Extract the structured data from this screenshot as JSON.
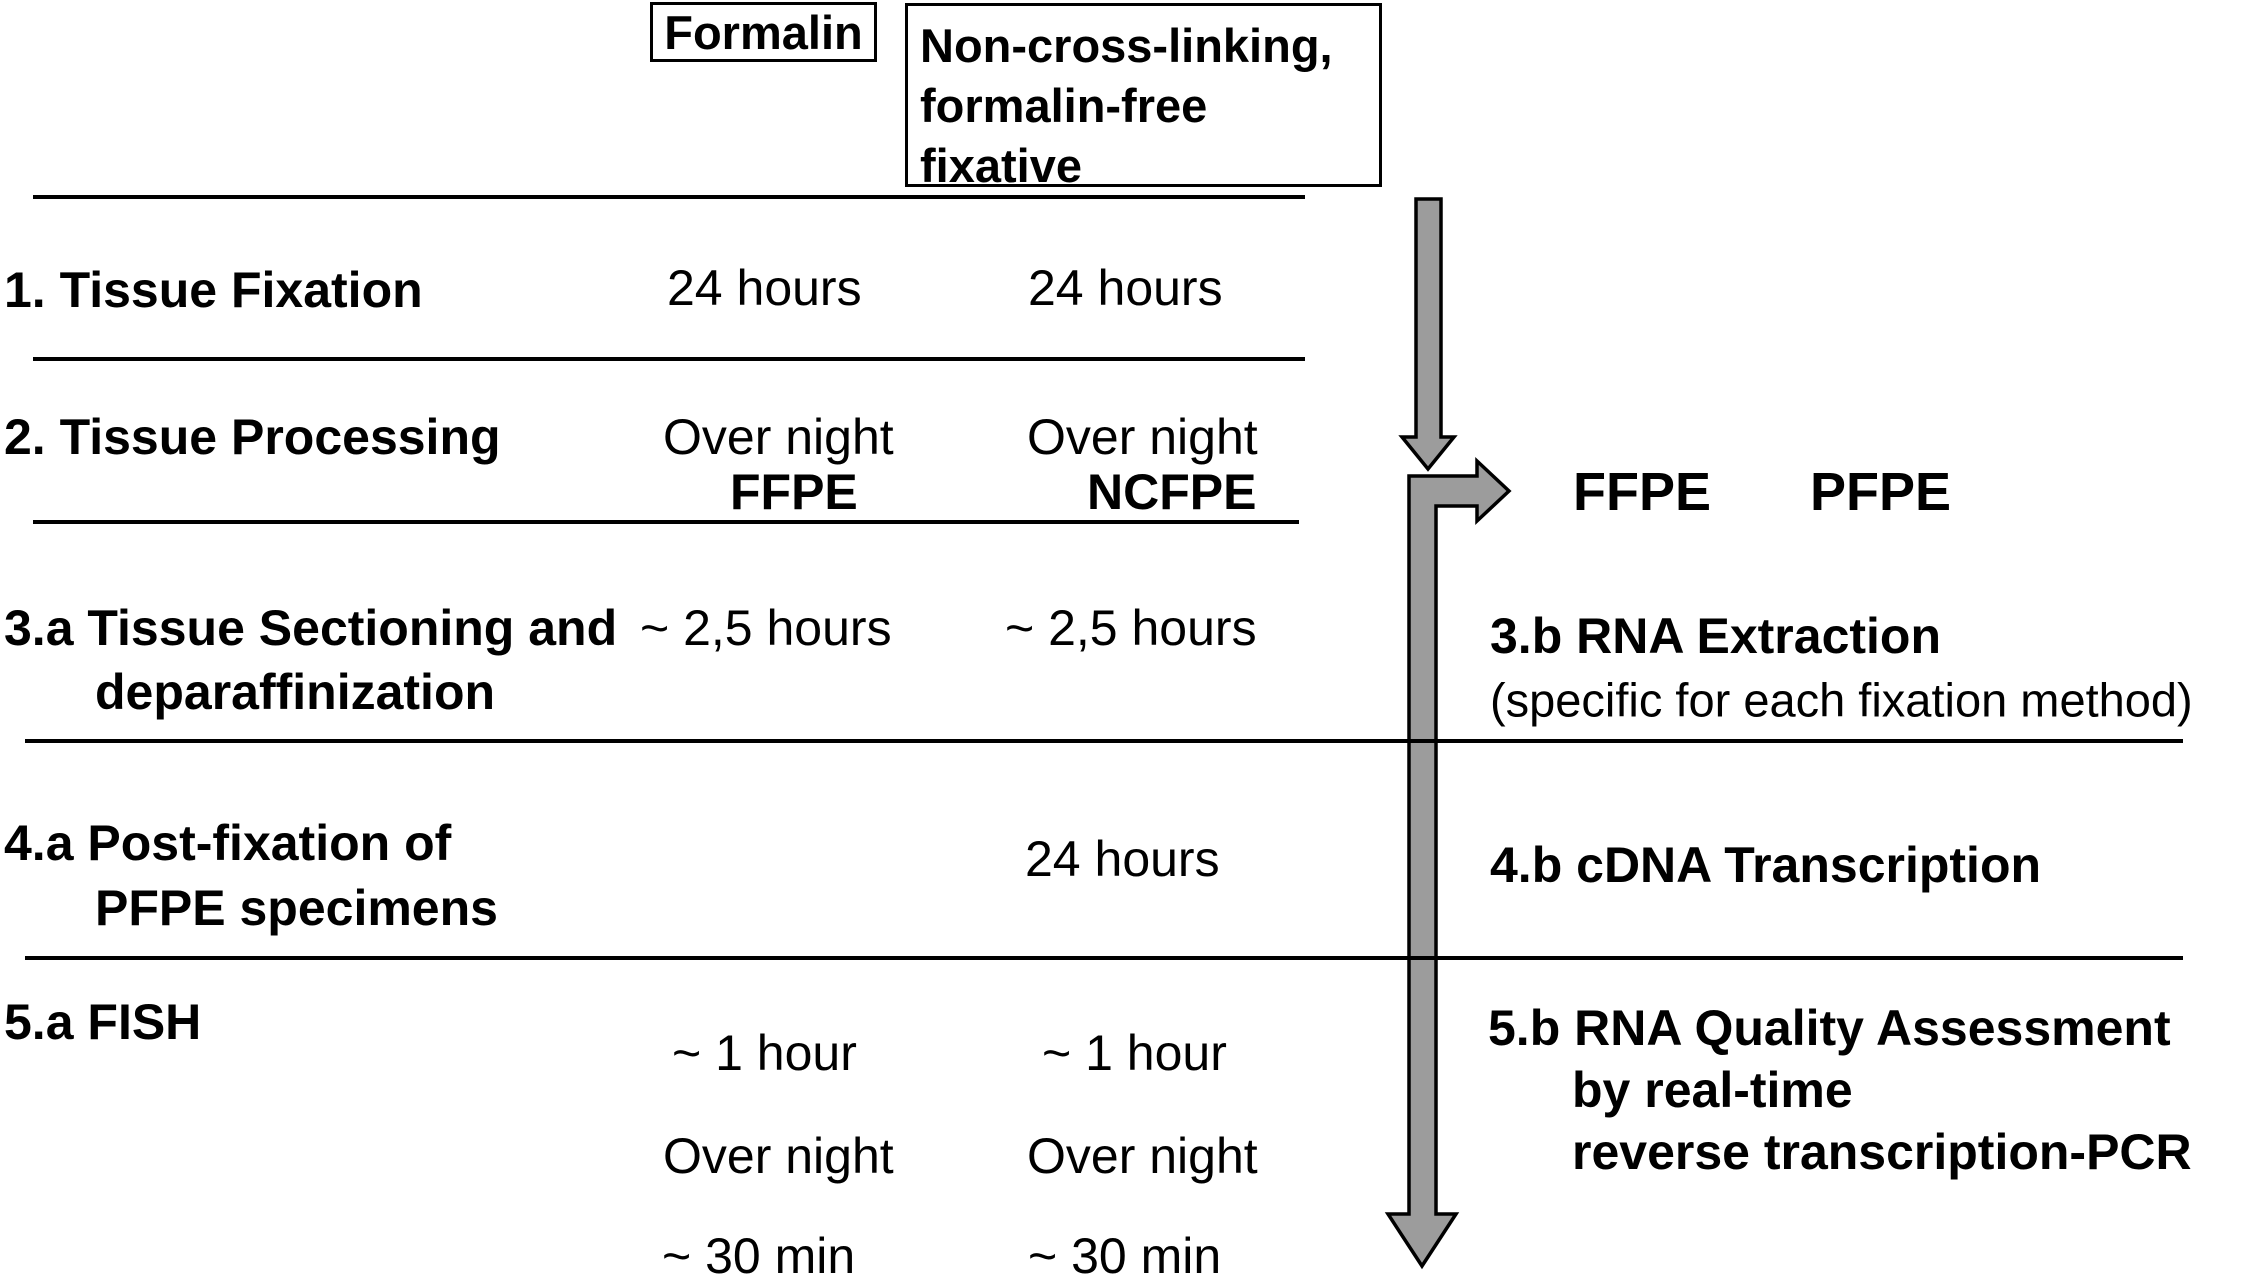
{
  "figure": {
    "header": {
      "formalin_label": "Formalin",
      "fixative_lines": [
        "Non-cross-linking,",
        "formalin-free",
        "fixative"
      ]
    },
    "rows": {
      "r1": {
        "label": "1. Tissue Fixation",
        "col1": "24 hours",
        "col2": "24 hours"
      },
      "r2": {
        "label": "2. Tissue Processing",
        "col1": "Over night",
        "col2": "Over night",
        "col1_result": "FFPE",
        "col2_result": "NCFPE"
      },
      "r3": {
        "label_line1": "3.a Tissue Sectioning and",
        "label_line2": "deparaffinization",
        "col1": "~ 2,5 hours",
        "col2": "~ 2,5 hours"
      },
      "r4": {
        "label_line1": "4.a Post-fixation of",
        "label_line2": "PFPE specimens",
        "col2": "24 hours"
      },
      "r5": {
        "label": "5.a FISH",
        "col1": [
          "~ 1 hour",
          "Over night",
          "~ 30 min"
        ],
        "col2": [
          "~ 1 hour",
          "Over night",
          "~ 30 min"
        ]
      }
    },
    "branch": {
      "ffpe": "FFPE",
      "pfpe": "PFPE"
    },
    "right": {
      "s3b_title": "3.b RNA Extraction",
      "s3b_sub": "(specific for each fixation method)",
      "s4b_title": "4.b cDNA Transcription",
      "s5b_line1": "5.b RNA Quality Assessment",
      "s5b_line2": "by real-time",
      "s5b_line3": "reverse transcription-PCR"
    },
    "icons": {
      "down_arrow": "long vertical gray arrow pointing down",
      "branch_arrow": "gray elbow arrow branching right then continuing down"
    },
    "colors": {
      "background": "#ffffff",
      "text": "#000000",
      "rule": "#000000",
      "arrow_fill": "#9c9c9c",
      "arrow_outline": "#000000"
    }
  }
}
